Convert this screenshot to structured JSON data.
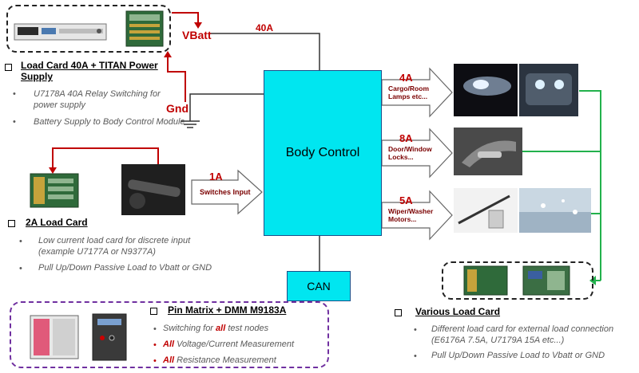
{
  "body_control": "Body Control",
  "can": "CAN",
  "power": {
    "vbatt": "VBatt",
    "gnd": "Gnd",
    "current": "40A",
    "title": "Load Card 40A + TITAN Power Supply",
    "bullets": [
      "U7178A 40A Relay Switching for power supply",
      "Battery Supply to Body Control Module"
    ]
  },
  "input": {
    "current": "1A",
    "label": "Switches Input",
    "title": "2A Load Card",
    "bullets": [
      "Low current load card for discrete input (example U7177A or N9377A)",
      "Pull Up/Down Passive Load to Vbatt or GND"
    ]
  },
  "outputs": [
    {
      "current": "4A",
      "label": "Cargo/Room Lamps etc..."
    },
    {
      "current": "8A",
      "label": "Door/Window Locks..."
    },
    {
      "current": "5A",
      "label": "Wiper/Washer Motors..."
    }
  ],
  "pin_matrix": {
    "title": "Pin Matrix + DMM M9183A",
    "bullets": [
      {
        "pre": "Switching for ",
        "emph": "all",
        "post": " test nodes"
      },
      {
        "pre": "",
        "emph": "All",
        "post": " Voltage/Current Measurement"
      },
      {
        "pre": "",
        "emph": "All",
        "post": " Resistance Measurement"
      }
    ]
  },
  "various": {
    "title": "Various Load Card",
    "bullets": [
      "Different load card for external load connection (E6176A 7.5A, U7179A 15A etc...)",
      "Pull Up/Down Passive Load to Vbatt or GND"
    ]
  },
  "colors": {
    "block": "#00e6f0",
    "red": "#c00000",
    "green": "#22b14c",
    "purple": "#7030a0"
  }
}
